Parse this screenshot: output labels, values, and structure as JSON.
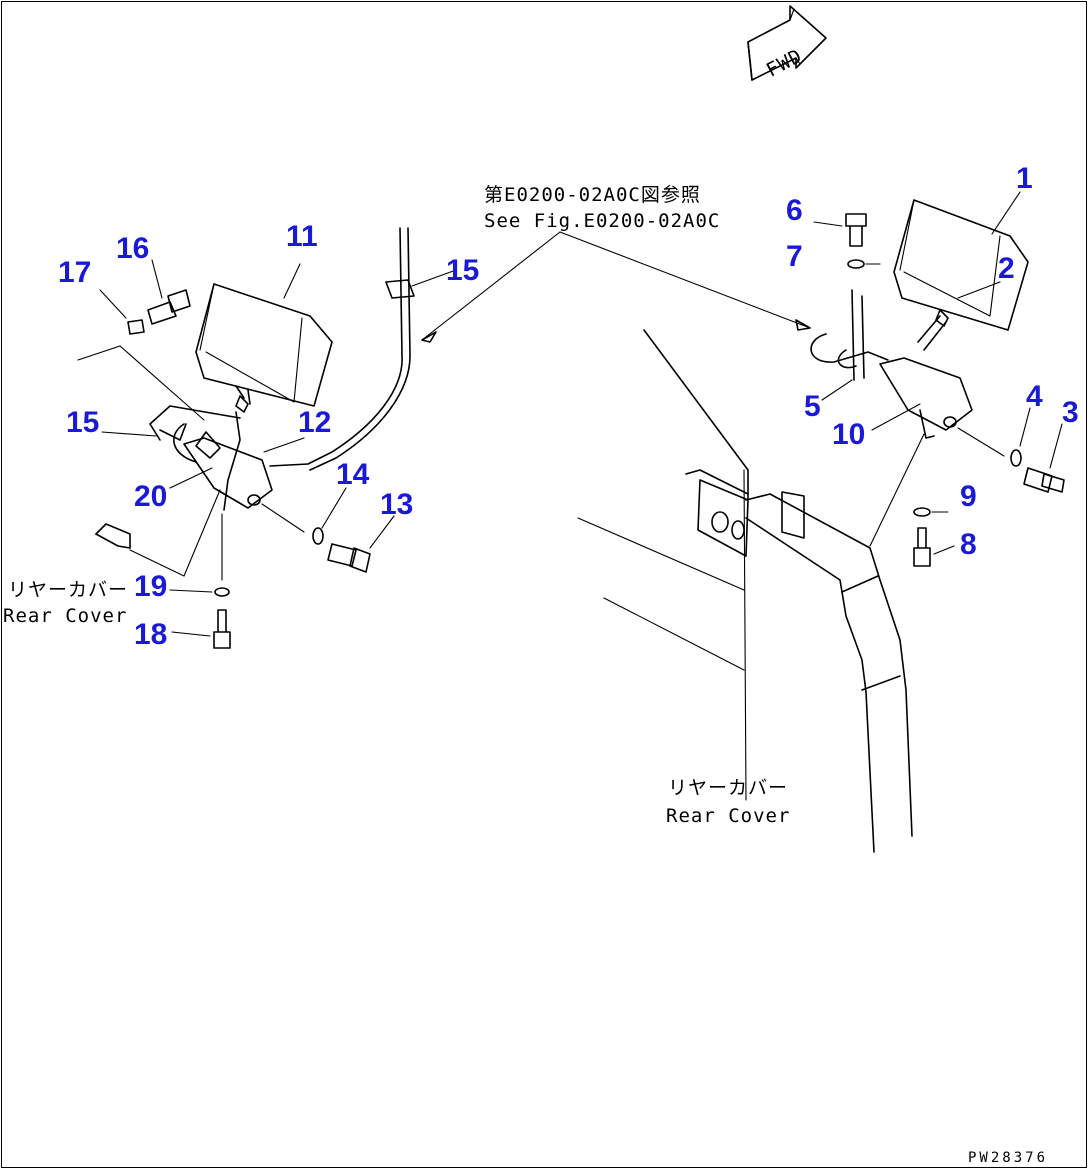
{
  "fwd_label": "FWD",
  "see_fig": {
    "line1": "第E0200-02A0C図参照",
    "line2": "See Fig.E0200-02A0C"
  },
  "rear_cover_left": {
    "jp": "リヤーカバー",
    "en": "Rear Cover"
  },
  "rear_cover_right": {
    "jp": "リヤーカバー",
    "en": "Rear Cover"
  },
  "part_numbers": {
    "p1": "1",
    "p2": "2",
    "p3": "3",
    "p4": "4",
    "p5": "5",
    "p6": "6",
    "p7": "7",
    "p8": "8",
    "p9": "9",
    "p10": "10",
    "p11": "11",
    "p12": "12",
    "p13": "13",
    "p14": "14",
    "p15a": "15",
    "p15b": "15",
    "p16": "16",
    "p17": "17",
    "p18": "18",
    "p19": "19",
    "p20": "20"
  },
  "drawing_id": "PW28376",
  "colors": {
    "callout": "#1a1ad6",
    "line": "#000000",
    "background": "#ffffff"
  }
}
